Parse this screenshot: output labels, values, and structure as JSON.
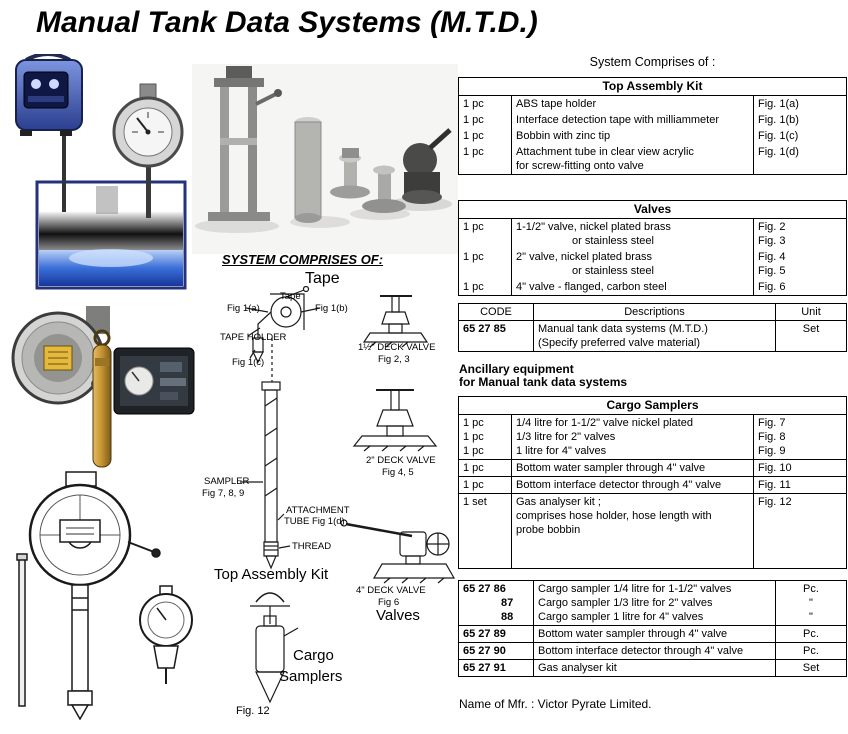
{
  "title": "Manual Tank Data Systems (M.T.D.)",
  "right": {
    "intro": "System Comprises of :",
    "top_assembly": {
      "header": "Top Assembly Kit",
      "rows": [
        {
          "qty": "1 pc",
          "desc": "ABS tape holder",
          "fig": "Fig. 1(a)"
        },
        {
          "qty": "1 pc",
          "desc": "Interface detection tape with milliammeter",
          "fig": "Fig. 1(b)"
        },
        {
          "qty": "1 pc",
          "desc": "Bobbin with zinc tip",
          "fig": "Fig. 1(c)"
        },
        {
          "qty": "1 pc",
          "desc": "Attachment tube in clear view acrylic",
          "desc2": "for screw-fitting onto valve",
          "fig": "Fig. 1(d)"
        }
      ]
    },
    "valves": {
      "header": "Valves",
      "rows": [
        {
          "qty": "1 pc",
          "desc": "1-1/2\" valve, nickel plated brass",
          "fig": "Fig. 2",
          "desc2": "or stainless steel",
          "fig2": "Fig. 3"
        },
        {
          "qty": "1 pc",
          "desc": "2\" valve, nickel plated brass",
          "fig": "Fig. 4",
          "desc2": "or stainless steel",
          "fig2": "Fig. 5"
        },
        {
          "qty": "1 pc",
          "desc": "4\" valve - flanged, carbon steel",
          "fig": "Fig. 6"
        }
      ]
    },
    "code_table": {
      "col_code": "CODE",
      "col_desc": "Descriptions",
      "col_unit": "Unit",
      "code": "65 27 85",
      "desc1": "Manual tank data systems (M.T.D.)",
      "desc2": "(Specify preferred valve material)",
      "unit": "Set"
    },
    "ancillary1": "Ancillary equipment",
    "ancillary2": "for Manual tank data systems",
    "cargo": {
      "header": "Cargo Samplers",
      "rows1": [
        {
          "qty": "1 pc",
          "desc": "1/4 litre for 1-1/2\" valve nickel plated",
          "fig": "Fig. 7"
        },
        {
          "qty": "1 pc",
          "desc": "1/3 litre for 2\" valves",
          "fig": "Fig. 8"
        },
        {
          "qty": "1 pc",
          "desc": "1 litre for 4\" valves",
          "fig": "Fig. 9"
        }
      ],
      "row2": {
        "qty": "1 pc",
        "desc": "Bottom water sampler through 4\" valve",
        "fig": "Fig. 10"
      },
      "row3": {
        "qty": "1 pc",
        "desc": "Bottom interface detector through 4\" valve",
        "fig": "Fig. 11"
      },
      "row4": {
        "qty": "1 set",
        "desc1": "Gas analyser kit ;",
        "desc2": "comprises hose holder, hose length with",
        "desc3": "probe bobbin",
        "fig": "Fig. 12"
      }
    },
    "codes": {
      "rows1": [
        {
          "code": "65 27 86",
          "desc": "Cargo sampler 1/4 litre for 1-1/2\" valves",
          "unit": "Pc."
        },
        {
          "code": "87",
          "desc": "Cargo sampler 1/3 litre for 2\" valves",
          "unit": "\""
        },
        {
          "code": "88",
          "desc": "Cargo sampler 1 litre for 4\" valves",
          "unit": "\""
        }
      ],
      "row2": {
        "code": "65 27 89",
        "desc": "Bottom water sampler through 4\" valve",
        "unit": "Pc."
      },
      "row3": {
        "code": "65 27 90",
        "desc": "Bottom interface detector through 4\" valve",
        "unit": "Pc."
      },
      "row4": {
        "code": "65 27 91",
        "desc": "Gas analyser kit",
        "unit": "Set"
      }
    },
    "footer": "Name of Mfr. : Victor Pyrate Limited."
  },
  "diagram": {
    "comprises_title": "SYSTEM COMPRISES OF:",
    "tape_heading": "Tape",
    "fig1a": "Fig 1(a)",
    "tape_small": "Tape",
    "fig1b": "Fig 1(b)",
    "tape_holder": "TAPE HOLDER",
    "fig1c": "Fig 1(c)",
    "valve15_l1": "1½\" DECK VALVE",
    "valve15_l2": "Fig 2, 3",
    "valve2_l1": "2\" DECK VALVE",
    "valve2_l2": "Fig 4, 5",
    "sampler_l1": "SAMPLER",
    "sampler_l2": "Fig 7, 8, 9",
    "attach_l1": "ATTACHMENT",
    "attach_l2": "TUBE Fig 1(d)",
    "thread": "THREAD",
    "valve4_l1": "4\" DECK VALVE",
    "valve4_l2": "Fig 6",
    "top_assembly_caption": "Top Assembly Kit",
    "valves_caption": "Valves",
    "cargo_caption1": "Cargo",
    "cargo_caption2": "Samplers",
    "fig12": "Fig. 12"
  },
  "colors": {
    "device_blue": "#3b57b0",
    "hub_yellow": "#e4b93e",
    "tank_liquid_blue": "#3a6fd8",
    "brass": "#c3922f"
  }
}
